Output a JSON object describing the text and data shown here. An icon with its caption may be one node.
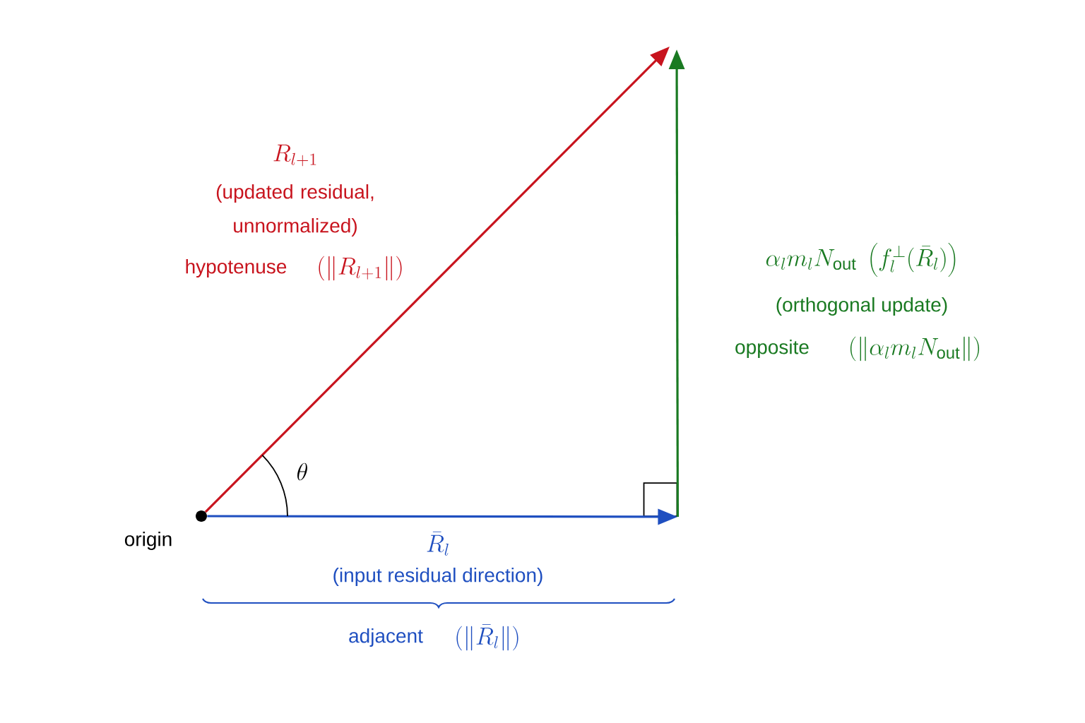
{
  "diagram": {
    "nodes": [
      {
        "text": [],
        "shape": "circle",
        "beside": [
          "origin"
        ]
      },
      {
        "text": [],
        "shape": "box"
      }
    ],
    "edges": [
      {
        "from": 0,
        "to": null,
        "arrow": "to",
        "color": "#c8141e"
      },
      {
        "from": 0,
        "to": 1,
        "arrow": "to",
        "color": "#1f4fc0"
      },
      {
        "from": 1,
        "to": null,
        "arrow": "to",
        "color": "#1a7a22"
      }
    ],
    "labels": [
      "R_{l+1}",
      "(updated residual, unnormalized)",
      "hypotenuse",
      "(\\|R_{l+1}\\|)",
      "\\theta",
      "\\alpha_l m_l N_{\\mathrm{out}}\\;\\left(f_l^{\\perp}(\\bar{R}_l)\\right)",
      "(orthogonal update)",
      "opposite",
      "(\\|\\alpha_l m_l N_{\\mathrm{out}}\\|)",
      "\\bar{R}_l",
      "(input residual direction)",
      "adjacent",
      "(\\|\\bar{R}_l\\|)"
    ]
  }
}
